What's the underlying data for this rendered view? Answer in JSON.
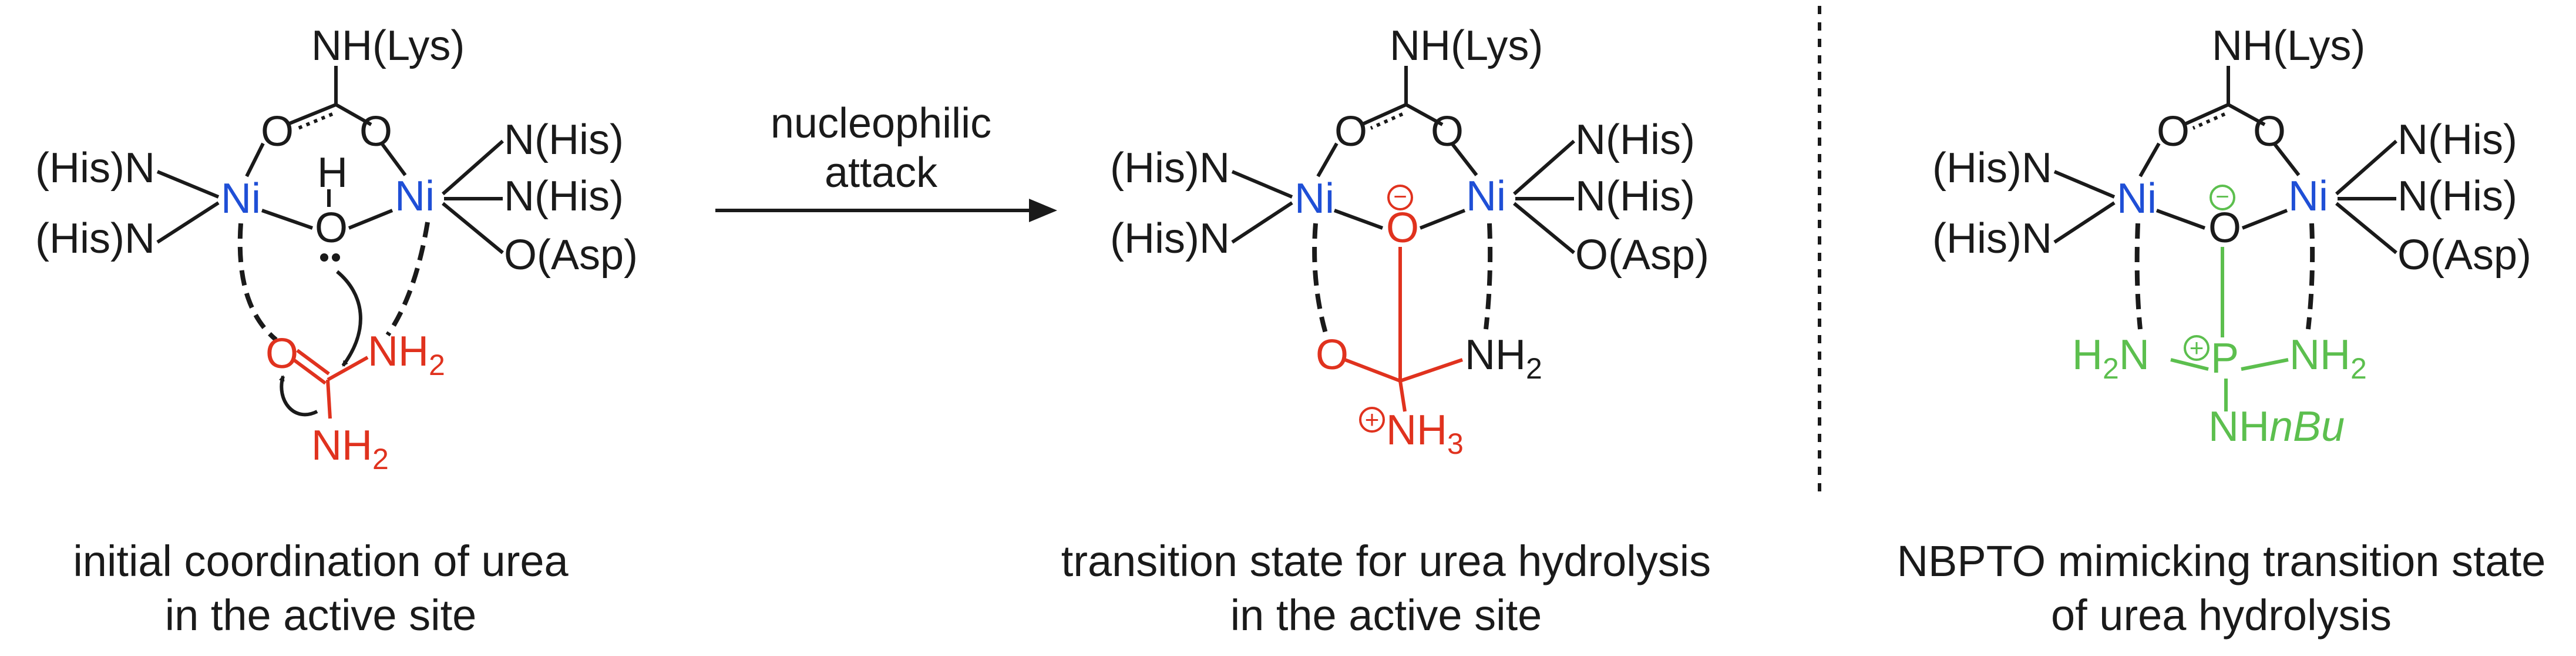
{
  "colors": {
    "text": "#1a1a1a",
    "nickel": "#1f4fd6",
    "urea": "#e0321e",
    "nbpto": "#5cbf4e"
  },
  "labels": {
    "nh_lys": "NH(Lys)",
    "his_n": "(His)N",
    "n_his": "N(His)",
    "o_asp": "O(Asp)",
    "ni": "Ni",
    "o": "O",
    "h": "H",
    "nh2": "NH",
    "sub2": "2",
    "nh3": "NH",
    "sub3": "3",
    "p": "P",
    "h2n": "H",
    "nh_nbu": "NH",
    "nbu": "nBu",
    "minus": "−",
    "plus": "+"
  },
  "arrow": {
    "line1": "nucleophilic",
    "line2": "attack"
  },
  "captions": {
    "panel1": [
      "initial coordination of urea",
      "in the active site"
    ],
    "panel2": [
      "transition state for urea hydrolysis",
      "in the active site"
    ],
    "panel3": [
      "NBPTO mimicking transition state",
      "of urea hydrolysis"
    ]
  }
}
